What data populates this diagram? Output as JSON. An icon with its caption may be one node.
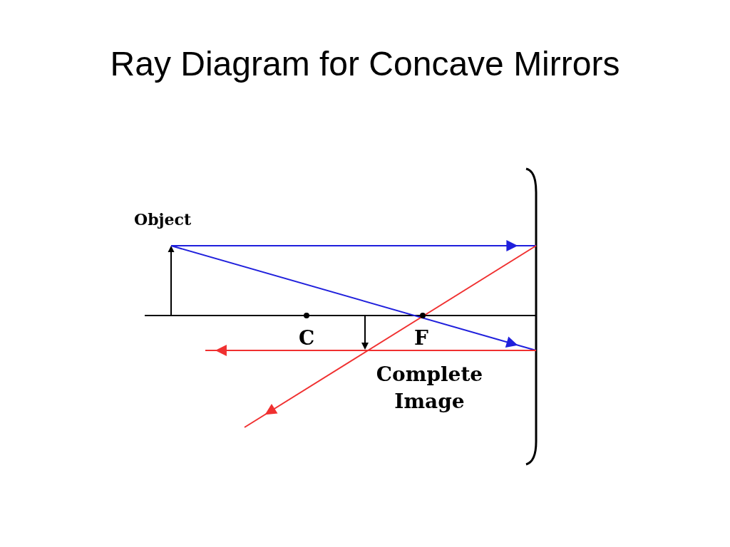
{
  "diagram": {
    "title": "Ray Diagram for Concave Mirrors",
    "labels": [
      "Object",
      "C",
      "F",
      "Complete Image"
    ]
  }
}
